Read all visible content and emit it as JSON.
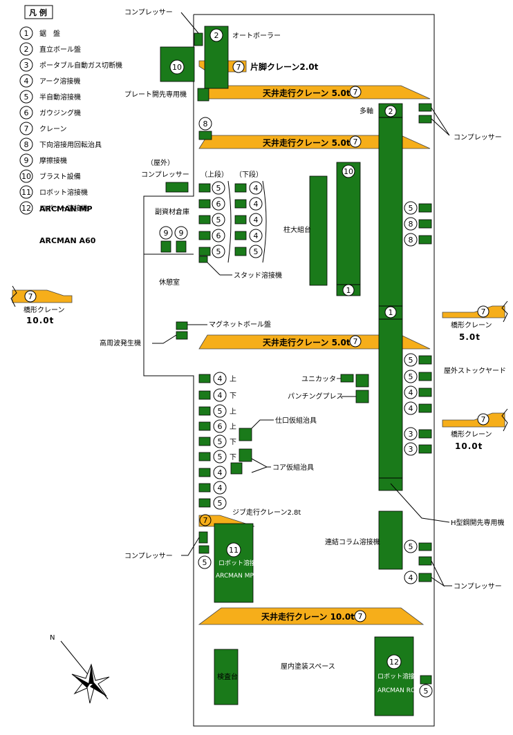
{
  "legend": {
    "title": "凡 例",
    "items": [
      {
        "num": "1",
        "label": "鋸　盤"
      },
      {
        "num": "2",
        "label": "直立ボール盤"
      },
      {
        "num": "3",
        "label": "ポータブル自動ガス切断機"
      },
      {
        "num": "4",
        "label": "アーク溶接機"
      },
      {
        "num": "5",
        "label": "半自動溶接機"
      },
      {
        "num": "6",
        "label": "ガウジング機"
      },
      {
        "num": "7",
        "label": "クレーン"
      },
      {
        "num": "8",
        "label": "下向溶接用回転治具"
      },
      {
        "num": "9",
        "label": "摩擦接機"
      },
      {
        "num": "10",
        "label": "ブラスト設備"
      },
      {
        "num": "11",
        "label": "ロボット溶接機"
      },
      {
        "num": "12",
        "label": "ロボット溶接機"
      }
    ],
    "sub11": "ARCMAN  MP",
    "sub12": "ARCMAN  A60"
  },
  "cranes": {
    "overhead_top": "天井走行クレーン 5.0t",
    "overhead_2": "天井走行クレーン 5.0t",
    "overhead_mid": "天井走行クレーン 5.0t",
    "overhead_bottom": "天井走行クレーン 10.0t",
    "single_leg": "片脚クレーン2.0t",
    "jib": "ジブ走行クレーン2.8t",
    "gantry_left": "橋形クレーン",
    "gantry_left_ton": "10.0t",
    "gantry_right1": "橋形クレーン",
    "gantry_right1_ton": "5.0t",
    "gantry_right2": "橋形クレーン",
    "gantry_right2_ton": "10.0t"
  },
  "labels": {
    "compressor": "コンプレッサー",
    "auto_boller": "オートボーラー",
    "plate_drill": "プレート開先専用機",
    "multi_axis": "多軸",
    "outdoor": "（屋外）",
    "outdoor_compressor": "コンプレッサー",
    "upper": "（上段）",
    "lower": "（下段）",
    "sub_storage": "副資材倉庫",
    "rest_room": "休憩室",
    "stud": "スタッド溶接機",
    "pillar": "柱大組台",
    "magnet": "マグネットボール盤",
    "hf_generator": "高周波発生機",
    "outdoor_stock": "屋外ストックヤード",
    "uni_cutter": "ユニカッター",
    "punching": "パンチングプレス",
    "diaphragm_jig": "仕口仮組治具",
    "core_jig": "コア仮組治具",
    "h_beam": "H型鋼開先専用機",
    "column_weld": "連結コラム溶接機",
    "robot11": "ロボット溶接機",
    "robot11_model": "ARCMAN MP",
    "robot12": "ロボット溶接機",
    "robot12_model": "ARCMAN RON",
    "inspection": "検査台",
    "paint_space": "屋内塗装スペース",
    "up": "上",
    "down": "下",
    "north": "N"
  },
  "nums": {
    "n1": "1",
    "n2": "2",
    "n3": "3",
    "n4": "4",
    "n5": "5",
    "n6": "6",
    "n7": "7",
    "n8": "8",
    "n9": "9",
    "n10": "10",
    "n11": "11",
    "n12": "12"
  }
}
